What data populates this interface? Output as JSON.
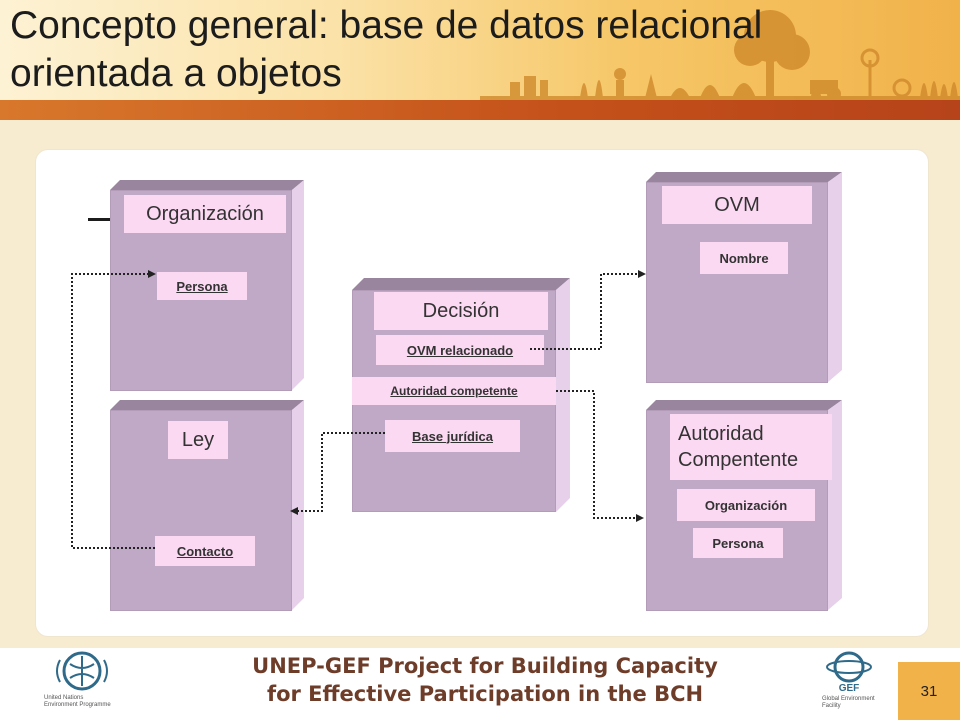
{
  "slide": {
    "title_line1": "Concepto general: base de datos relacional",
    "title_line2": "orientada a objetos",
    "page_number": "31"
  },
  "diagram": {
    "organizacion": {
      "title": "Organización",
      "field": "Persona"
    },
    "ley": {
      "title": "Ley",
      "field": "Contacto"
    },
    "decision": {
      "title": "Decisión",
      "field1": "OVM relacionado",
      "field2": "Autoridad competente",
      "field3": "Base jurídica"
    },
    "ovm": {
      "title": "OVM",
      "field": "Nombre"
    },
    "autoridad": {
      "title_line1": "Autoridad",
      "title_line2": "Compentente",
      "field1": "Organización",
      "field2": "Persona"
    }
  },
  "footer": {
    "line1": "UNEP-GEF Project for Building Capacity",
    "line2": "for Effective Participation in the BCH",
    "unep_caption_line1": "United Nations",
    "unep_caption_line2": "Environment Programme",
    "gef_logo_text": "GEF",
    "gef_caption_line1": "Global Environment",
    "gef_caption_line2": "Facility"
  },
  "colors": {
    "box_front": "#c0a9c6",
    "box_top": "#9a859f",
    "box_side": "#e6d0ea",
    "label_bg": "#fbd9f2",
    "header_band": "#c4501a",
    "footer_text": "#6e3d2a"
  }
}
